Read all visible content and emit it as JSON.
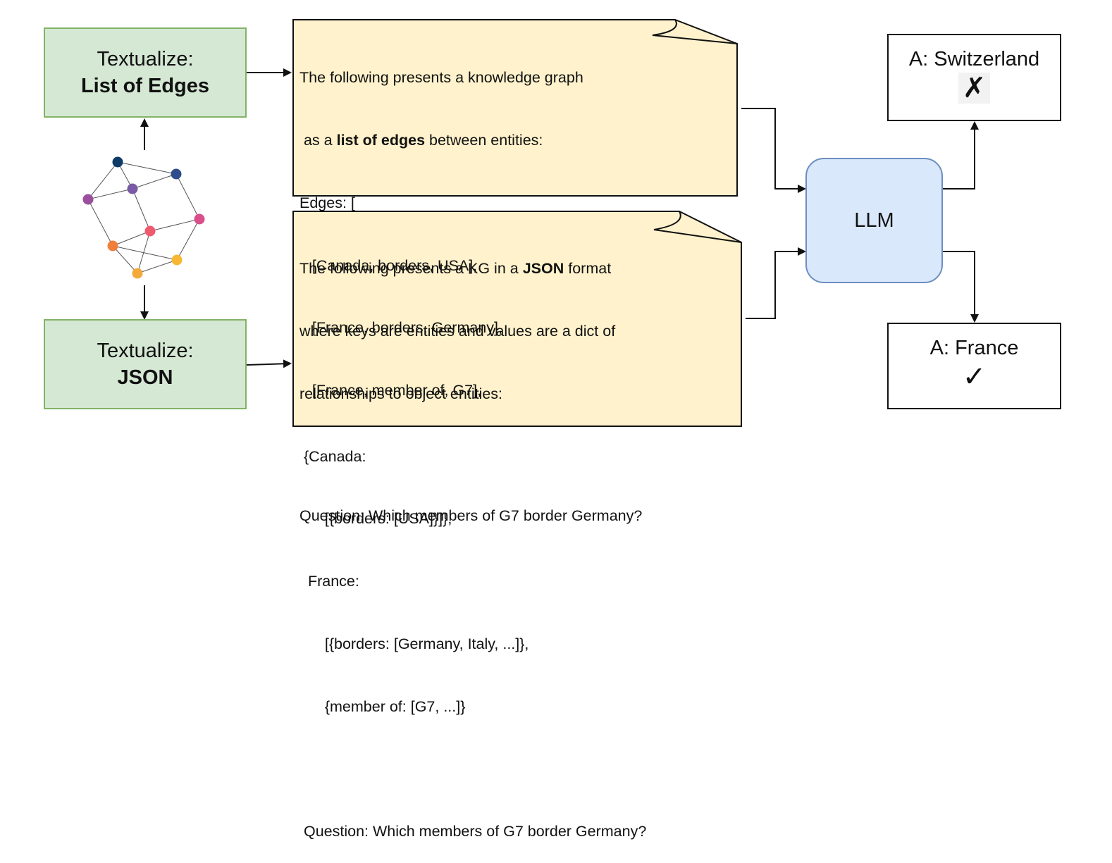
{
  "textualize_edges": {
    "title": "Textualize:",
    "method": "List of Edges"
  },
  "textualize_json": {
    "title": "Textualize:",
    "method": "JSON"
  },
  "prompt_edges": {
    "intro_line1": "The following presents a knowledge graph",
    "intro_line2_prefix": " as a ",
    "intro_line2_bold": "list of edges",
    "intro_line2_suffix": " between entities:",
    "lines": [
      "Edges: [",
      "   [Canada, borders, USA],",
      "   [France, borders, Germany],",
      "   [France, member of, G7],"
    ],
    "question": "Question: Which members of G7 border Germany?"
  },
  "prompt_json": {
    "intro_line1_prefix": "The following presents a KG in a ",
    "intro_line1_bold": "JSON",
    "intro_line1_suffix": " format",
    "lines": [
      "where keys are entities and values are a dict of",
      "relationships to object entities:",
      " {Canada:",
      "      [{borders: [USA]}]},",
      "  France:",
      "      [{borders: [Germany, Italy, ...]},",
      "      {member of: [G7, ...]}"
    ],
    "question": " Question: Which members of G7 border Germany?"
  },
  "llm": {
    "label": "LLM"
  },
  "answer_wrong": {
    "text": "A: Switzerland",
    "mark": "✗"
  },
  "answer_right": {
    "text": "A: France",
    "mark": "✓"
  },
  "graph": {
    "nodes": [
      {
        "color": "#0d3b66"
      },
      {
        "color": "#2e4d8a"
      },
      {
        "color": "#9b4d9e"
      },
      {
        "color": "#7a5aa6"
      },
      {
        "color": "#d94f8a"
      },
      {
        "color": "#ef5b6e"
      },
      {
        "color": "#f07f3c"
      },
      {
        "color": "#f4a93b"
      },
      {
        "color": "#f7b733"
      }
    ]
  }
}
